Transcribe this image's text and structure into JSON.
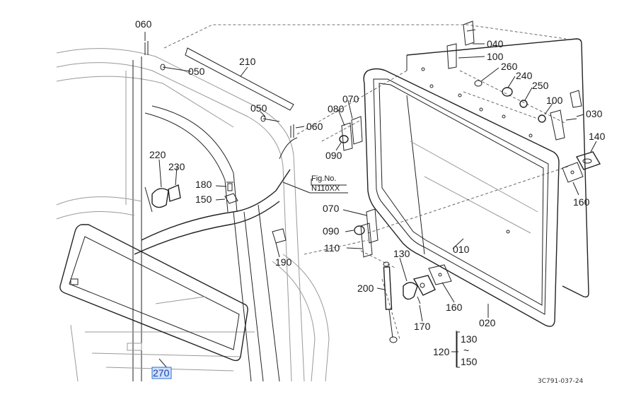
{
  "figure": {
    "fig_label": "Fig.No.",
    "fig_number": "N110XX",
    "drawing_code": "3C791-037-24",
    "part_labels": {
      "p060a": "060",
      "p050a": "050",
      "p210": "210",
      "p050b": "050",
      "p060b": "060",
      "p040": "040",
      "p100a": "100",
      "p260": "260",
      "p240": "240",
      "p250": "250",
      "p100b": "100",
      "p030": "030",
      "p140": "140",
      "p160a": "160",
      "p070a": "070",
      "p080": "080",
      "p090a": "090",
      "p220": "220",
      "p230": "230",
      "p180": "180",
      "p150": "150",
      "p070b": "070",
      "p090b": "090",
      "p110": "110",
      "p190": "190",
      "p130": "130",
      "p010": "010",
      "p200": "200",
      "p160b": "160",
      "p170": "170",
      "p020": "020",
      "p120": "120",
      "p130r": "130",
      "p150r": "150",
      "p270": "270"
    }
  }
}
